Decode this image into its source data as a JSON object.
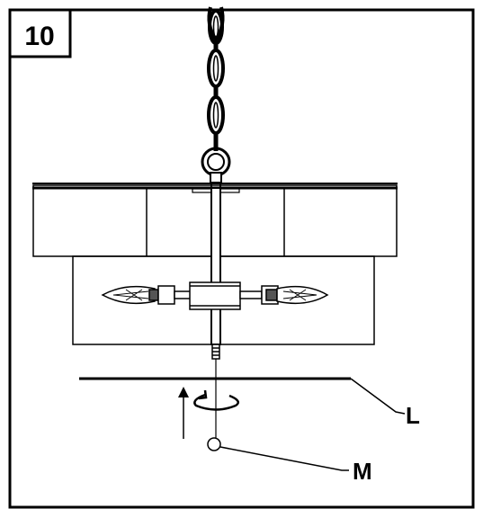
{
  "step": {
    "number": "10"
  },
  "callouts": {
    "l": "L",
    "m": "M"
  },
  "colors": {
    "line": "#000000",
    "background": "#ffffff"
  },
  "icons": {
    "rotate": "rotation-arrow-icon",
    "up": "arrow-up-icon"
  }
}
